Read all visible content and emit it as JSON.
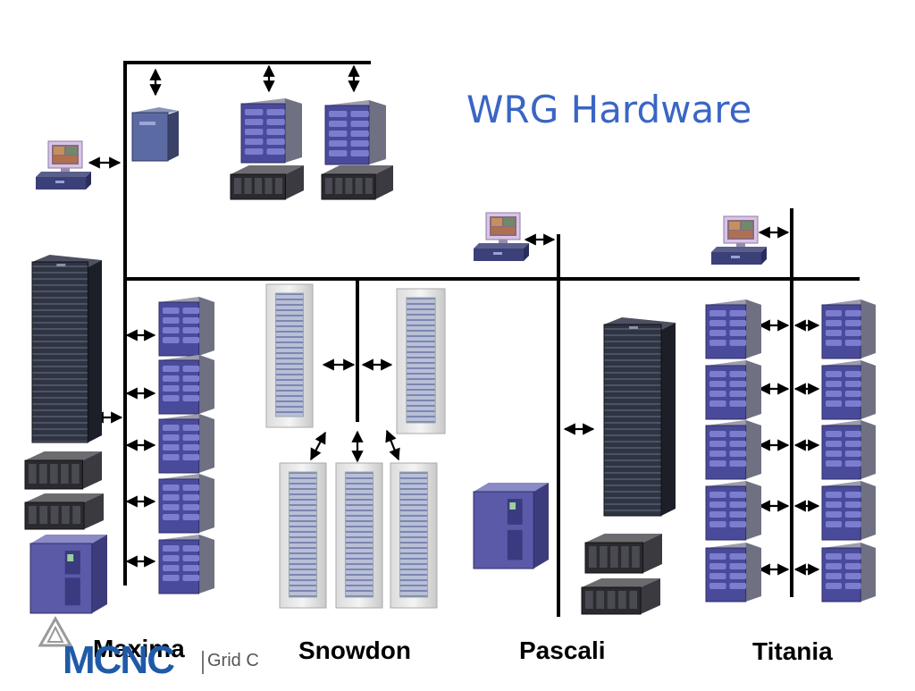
{
  "title": "WRG Hardware",
  "clusters": [
    {
      "id": "maxima",
      "label": "Maxima"
    },
    {
      "id": "snowdon",
      "label": "Snowdon"
    },
    {
      "id": "pascali",
      "label": "Pascali"
    },
    {
      "id": "titania",
      "label": "Titania"
    }
  ],
  "logo": {
    "main": "MCNC",
    "secondary": "Grid C"
  },
  "colors": {
    "title": "#3a66c4",
    "server_body": "#4a4a9a",
    "line": "#000000",
    "logo": "#1f5aa8"
  }
}
